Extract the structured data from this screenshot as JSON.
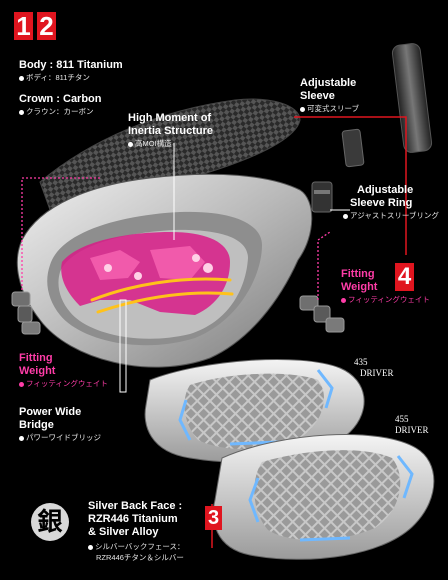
{
  "badges": {
    "first": "1",
    "second": "2",
    "fitting_number": "4",
    "silver_number": "3"
  },
  "body": {
    "title": "Body : 811 Titanium",
    "subtitle": "ボディ：811チタン"
  },
  "crown": {
    "title": "Crown : Carbon",
    "subtitle": "クラウン：カーボン"
  },
  "inertia": {
    "title_line1": "High Moment of",
    "title_line2": "Inertia Structure",
    "subtitle": "高MOI構造"
  },
  "sleeve": {
    "title_line1": "Adjustable",
    "title_line2": "Sleeve",
    "subtitle": "可変式スリーブ"
  },
  "sleeve_ring": {
    "title_line1": "Adjustable",
    "title_line2": "Sleeve Ring",
    "subtitle": "アジャストスリーブリング"
  },
  "fitting_right": {
    "title_line1": "Fitting",
    "title_line2": "Weight",
    "subtitle": "フィッティングウェイト"
  },
  "fitting_left": {
    "title_line1": "Fitting",
    "title_line2": "Weight",
    "subtitle": "フィッティングウェイト"
  },
  "bridge": {
    "title_line1": "Power Wide",
    "title_line2": "Bridge",
    "subtitle": "パワーワイドブリッジ"
  },
  "face435": {
    "line1": "435",
    "line2": "DRIVER"
  },
  "face455": {
    "line1": "455",
    "line2": "DRIVER"
  },
  "silver": {
    "kanji": "銀",
    "title_line1": "Silver Back Face :",
    "title_line2": "RZR446 Titanium",
    "title_line3": "& Silver Alloy",
    "subtitle_line1": "シルバーバックフェース：",
    "subtitle_line2": "RZR446チタン＆シルバー"
  },
  "colors": {
    "accent_red": "#e0151f",
    "accent_pink": "#ff3da8",
    "face_blue": "#6fb8ff",
    "bridge_yellow": "#ffc21a"
  }
}
